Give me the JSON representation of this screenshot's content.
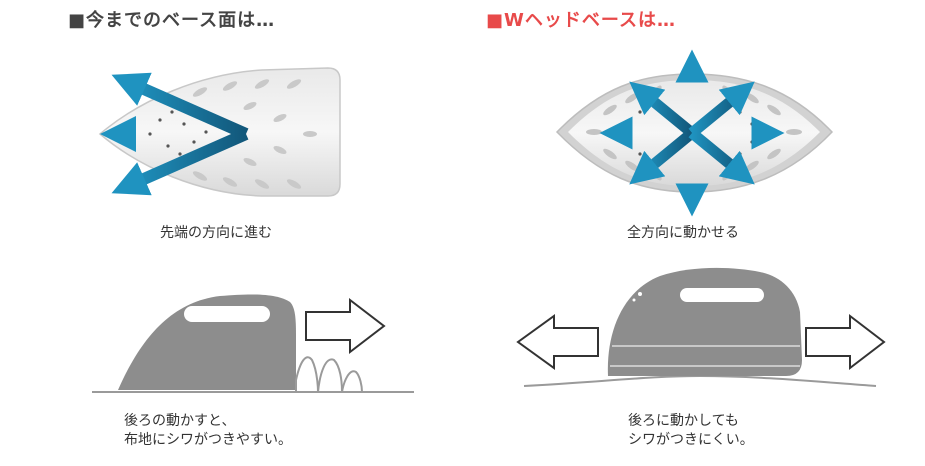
{
  "left_panel": {
    "heading": "■今までのベース面は…",
    "caption": "先端の方向に進む",
    "note_line1": "後ろの動かすと、",
    "note_line2": "布地にシワがつきやすい。"
  },
  "right_panel": {
    "heading": "■Wヘッドベースは…",
    "caption": "全方向に動かせる",
    "note_line1": "後ろに動かしても",
    "note_line2": "シワがつきにくい。"
  },
  "colors": {
    "accent_red": "#e84a4a",
    "arrow_blue": "#1c7fa8",
    "iron_gray": "#8a8a8a"
  }
}
